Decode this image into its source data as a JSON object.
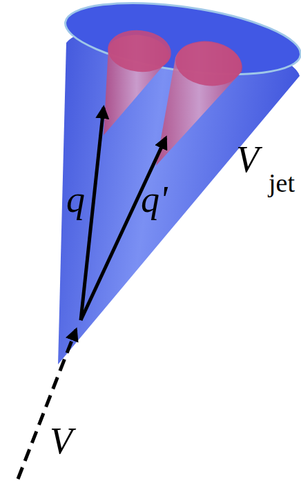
{
  "diagram": {
    "labels": [
      "V",
      "jet",
      "q",
      "q'",
      "V"
    ]
  }
}
